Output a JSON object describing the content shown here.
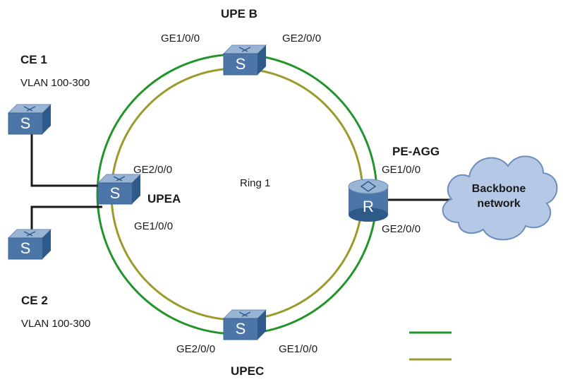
{
  "devices": {
    "upe_b": {
      "name": "UPE B",
      "left_port": "GE1/0/0",
      "right_port": "GE2/0/0",
      "glyph": "S"
    },
    "upe_a": {
      "name": "UPEA",
      "top_port": "GE2/0/0",
      "bottom_port": "GE1/0/0",
      "glyph": "S"
    },
    "upe_c": {
      "name": "UPEC",
      "left_port": "GE2/0/0",
      "right_port": "GE1/0/0",
      "glyph": "S"
    },
    "pe_agg": {
      "name": "PE-AGG",
      "top_port": "GE1/0/0",
      "bottom_port": "GE2/0/0",
      "glyph": "R"
    },
    "ce1": {
      "name": "CE 1",
      "vlan": "VLAN 100-300",
      "glyph": "S"
    },
    "ce2": {
      "name": "CE 2",
      "vlan": "VLAN 100-300",
      "glyph": "S"
    }
  },
  "ring": {
    "label": "Ring 1"
  },
  "cloud": {
    "line1": "Backbone",
    "line2": "network"
  },
  "colors": {
    "outer_ring": "#22942a",
    "inner_ring": "#9b9a2a",
    "link": "#1a1a1a",
    "device_front": "#4d76a8",
    "device_top": "#9ab4d4",
    "device_side": "#2e5a8a",
    "cloud_fill": "#b5c9e6",
    "cloud_stroke": "#6d8dbf"
  },
  "legend": [
    {
      "color_key": "outer_ring",
      "label": ""
    },
    {
      "color_key": "inner_ring",
      "label": ""
    }
  ]
}
